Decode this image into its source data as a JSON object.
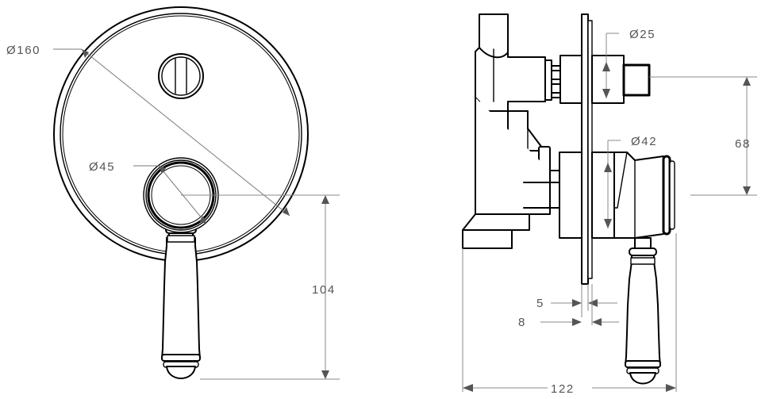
{
  "drawing": {
    "title": "Concealed shower mixer with diverter - dimensioned engineering drawing",
    "units": "mm",
    "line_color": "#000000",
    "dimension_color": "#555555",
    "background": "#ffffff",
    "views": [
      {
        "name": "front-view",
        "label": ""
      },
      {
        "name": "side-view",
        "label": ""
      }
    ],
    "dimensions": {
      "front": {
        "plate_diameter": "Ø160",
        "handle_collar_diameter": "Ø45",
        "handle_height": "104"
      },
      "side": {
        "spindle_diameter": "Ø25",
        "body_diameter": "Ø42",
        "height_68": "68",
        "plate_thickness": "5",
        "trim_thickness": "8",
        "overall_depth": "122"
      }
    }
  }
}
